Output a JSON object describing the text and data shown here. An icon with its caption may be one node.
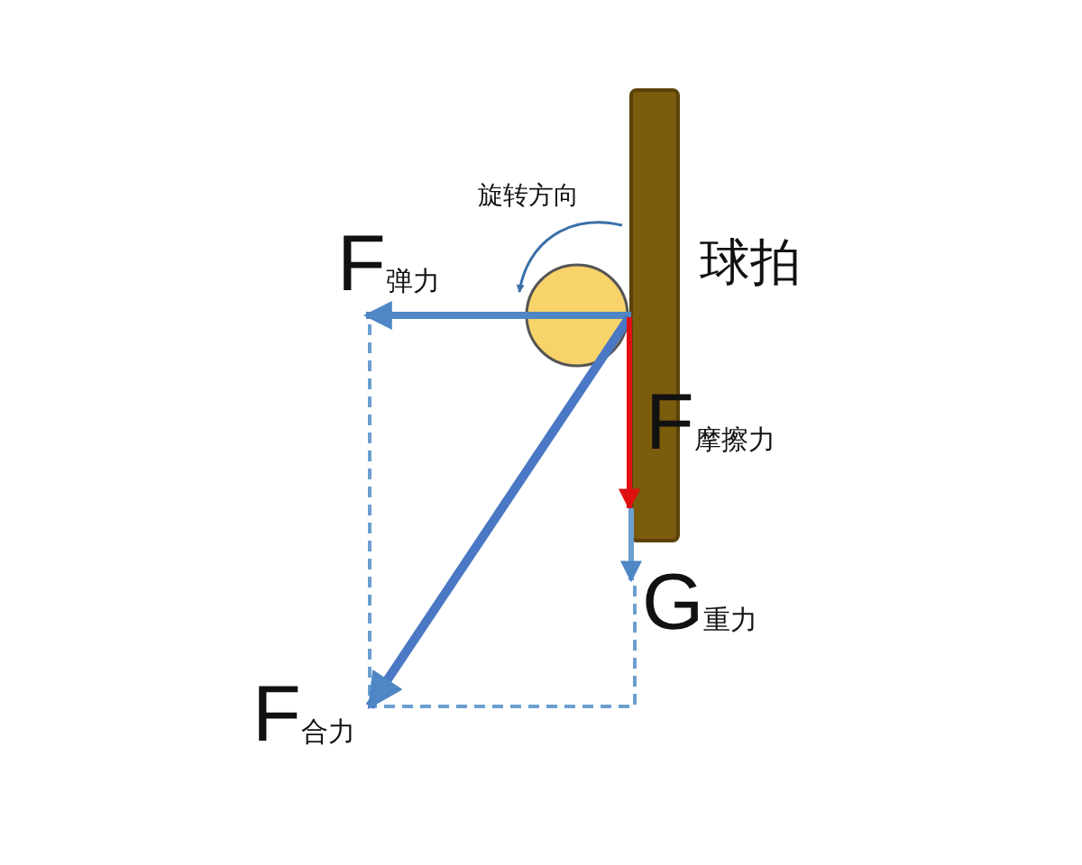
{
  "diagram": {
    "labels": [
      "旋转方向",
      "F$_{弹力}$",
      "球拍",
      "F$_{摩擦力}$",
      "G$_{重力}$",
      "F$_{合力}$"
    ]
  }
}
